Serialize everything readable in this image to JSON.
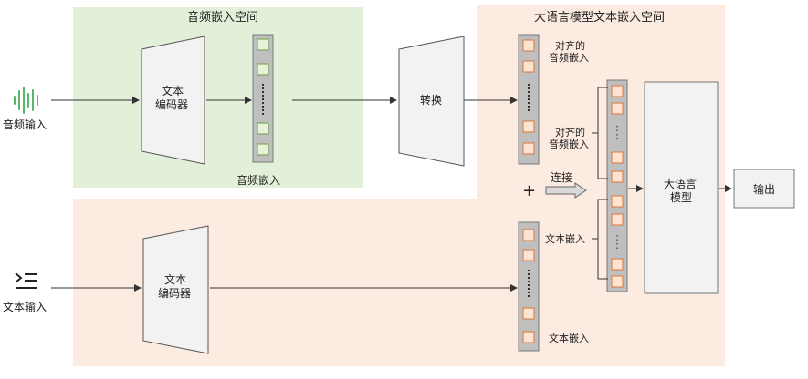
{
  "colors": {
    "audio_space_bg": "#e3f0d9",
    "llm_space_bg": "#fcebe1",
    "trapezoid_fill": "#f2f2f2",
    "column_fill": "#bfbfbf",
    "green_cell": "#e6f3d6",
    "green_cell_border": "#6b9f45",
    "orange_cell": "#fde3d2",
    "orange_cell_border": "#d9773c",
    "waveform": "#5ab66a"
  },
  "audio_space": {
    "title": "音频嵌入空间"
  },
  "llm_space": {
    "title": "大语言模型文本嵌入空间"
  },
  "audio_input": {
    "label": "音频输入",
    "icon": "waveform-icon"
  },
  "text_input": {
    "label": "文本输入",
    "icon": "list-indent-icon"
  },
  "text_encoder_top": {
    "line1": "文本",
    "line2": "编码器"
  },
  "text_encoder_bottom": {
    "line1": "文本",
    "line2": "编码器"
  },
  "audio_embedding_label": "音频嵌入",
  "converter": {
    "label": "转换"
  },
  "aligned_audio_top": {
    "line1": "对齐的",
    "line2": "音频嵌入"
  },
  "aligned_audio_mid": {
    "line1": "对齐的",
    "line2": "音频嵌入"
  },
  "text_embedding_mid": "文本嵌入",
  "text_embedding_bottom": "文本嵌入",
  "plus": "+",
  "concat": "连接",
  "llm": {
    "line1": "大语言",
    "line2": "模型"
  },
  "output": "输出"
}
